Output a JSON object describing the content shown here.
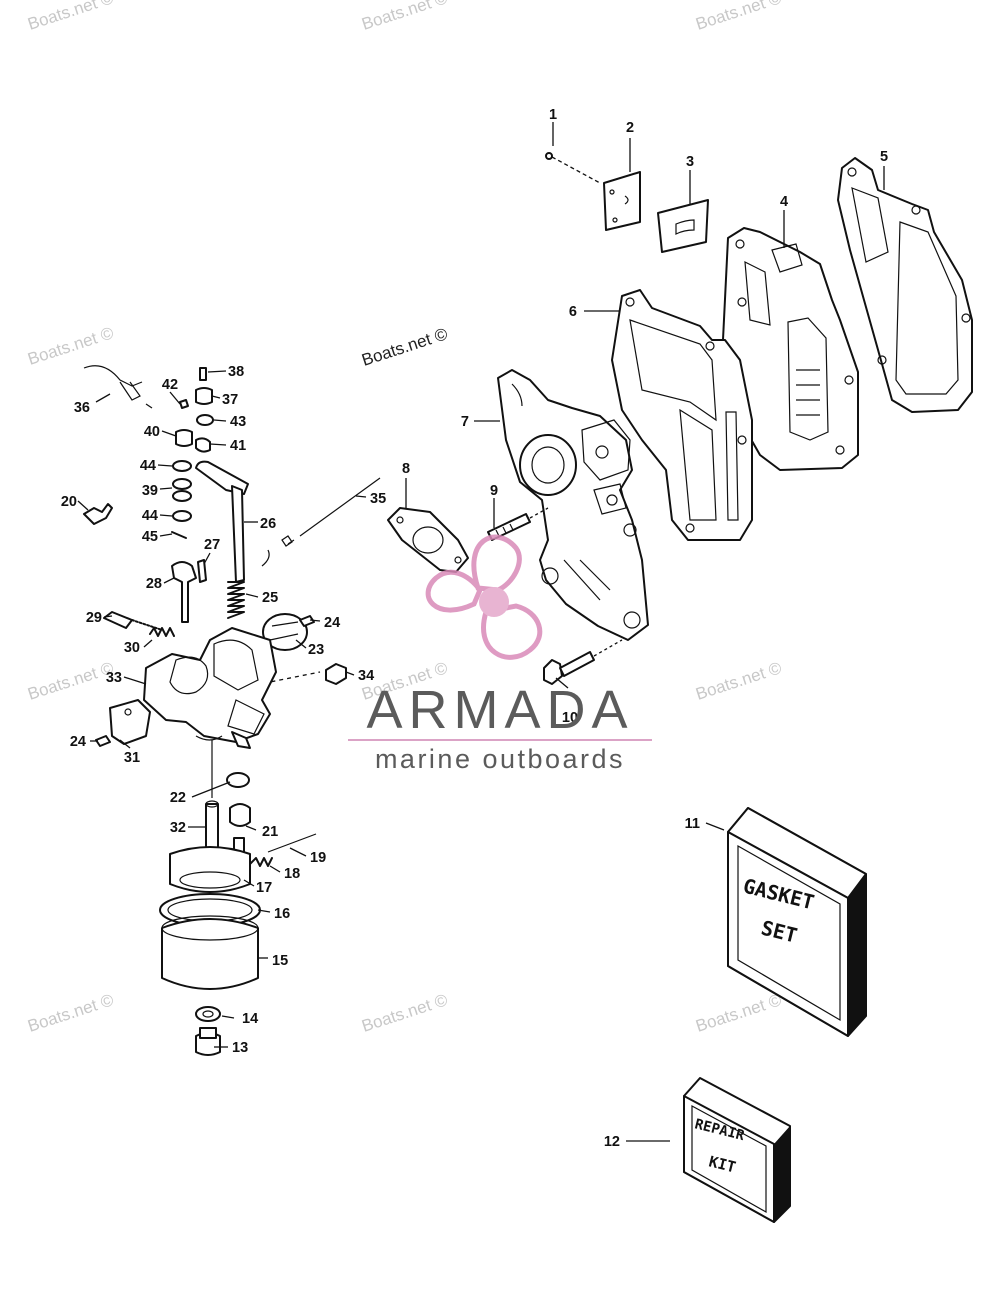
{
  "diagram": {
    "parts": [
      {
        "id": "1"
      },
      {
        "id": "2"
      },
      {
        "id": "3"
      },
      {
        "id": "4"
      },
      {
        "id": "5"
      },
      {
        "id": "6"
      },
      {
        "id": "7"
      },
      {
        "id": "8"
      },
      {
        "id": "9"
      },
      {
        "id": "10"
      },
      {
        "id": "11"
      },
      {
        "id": "12"
      },
      {
        "id": "13"
      },
      {
        "id": "14"
      },
      {
        "id": "15"
      },
      {
        "id": "16"
      },
      {
        "id": "17"
      },
      {
        "id": "18"
      },
      {
        "id": "19"
      },
      {
        "id": "20"
      },
      {
        "id": "21"
      },
      {
        "id": "22"
      },
      {
        "id": "23"
      },
      {
        "id": "24"
      },
      {
        "id": "24"
      },
      {
        "id": "25"
      },
      {
        "id": "26"
      },
      {
        "id": "27"
      },
      {
        "id": "28"
      },
      {
        "id": "29"
      },
      {
        "id": "30"
      },
      {
        "id": "31"
      },
      {
        "id": "32"
      },
      {
        "id": "33"
      },
      {
        "id": "34"
      },
      {
        "id": "35"
      },
      {
        "id": "36"
      },
      {
        "id": "37"
      },
      {
        "id": "38"
      },
      {
        "id": "39"
      },
      {
        "id": "40"
      },
      {
        "id": "41"
      },
      {
        "id": "42"
      },
      {
        "id": "43"
      },
      {
        "id": "44"
      },
      {
        "id": "44"
      },
      {
        "id": "45"
      }
    ],
    "gasket_set_label": [
      "GASKET",
      "SET"
    ],
    "repair_kit_label": [
      "REPAIR",
      "KIT"
    ]
  },
  "watermark": {
    "text": "Boats.net ©"
  },
  "brand": {
    "name": "ARMADA",
    "tagline": "marine outboards",
    "colors": {
      "primary": "#5b5b5b",
      "accent": "#e4a8cb",
      "accent_dark": "#d98ab8",
      "line": "#dba3c6"
    }
  }
}
